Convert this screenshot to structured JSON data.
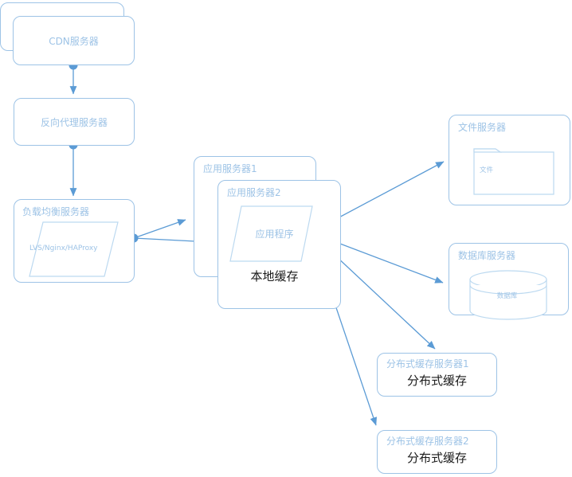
{
  "diagram": {
    "title": "Web Architecture Diagram",
    "colors": {
      "stroke": "#9dc3e6",
      "shape_stroke": "#bcd9f0",
      "connector": "#5b9bd5",
      "label_light": "#9dc3e6",
      "label_dark": "#1a1a1a",
      "background": "#ffffff"
    },
    "nodes": {
      "cdn_back": {
        "label": ""
      },
      "cdn": {
        "label": "CDN服务器"
      },
      "reverse_proxy": {
        "label": "反向代理服务器"
      },
      "load_balancer": {
        "label": "负载均衡服务器",
        "inner_label": "LVS/Nginx/HAProxy"
      },
      "app_server_1": {
        "label": "应用服务器1"
      },
      "app_server_2": {
        "label": "应用服务器2",
        "inner_label": "应用程序",
        "sub_label": "本地缓存"
      },
      "file_server": {
        "label": "文件服务器",
        "inner_label": "文件"
      },
      "db_server": {
        "label": "数据库服务器",
        "inner_label": "数据库"
      },
      "cache_server_1": {
        "label": "分布式缓存服务器1",
        "inner_label": "分布式缓存"
      },
      "cache_server_2": {
        "label": "分布式缓存服务器2",
        "inner_label": "分布式缓存"
      }
    },
    "edges": [
      {
        "from": "cdn",
        "to": "reverse_proxy"
      },
      {
        "from": "reverse_proxy",
        "to": "load_balancer"
      },
      {
        "from": "load_balancer",
        "to": "app_server_1"
      },
      {
        "from": "load_balancer",
        "to": "app_server_2"
      },
      {
        "from": "app_server_2",
        "to": "file_server"
      },
      {
        "from": "app_server_2",
        "to": "db_server"
      },
      {
        "from": "app_server_2",
        "to": "cache_server_1"
      },
      {
        "from": "app_server_2",
        "to": "cache_server_2"
      }
    ]
  }
}
